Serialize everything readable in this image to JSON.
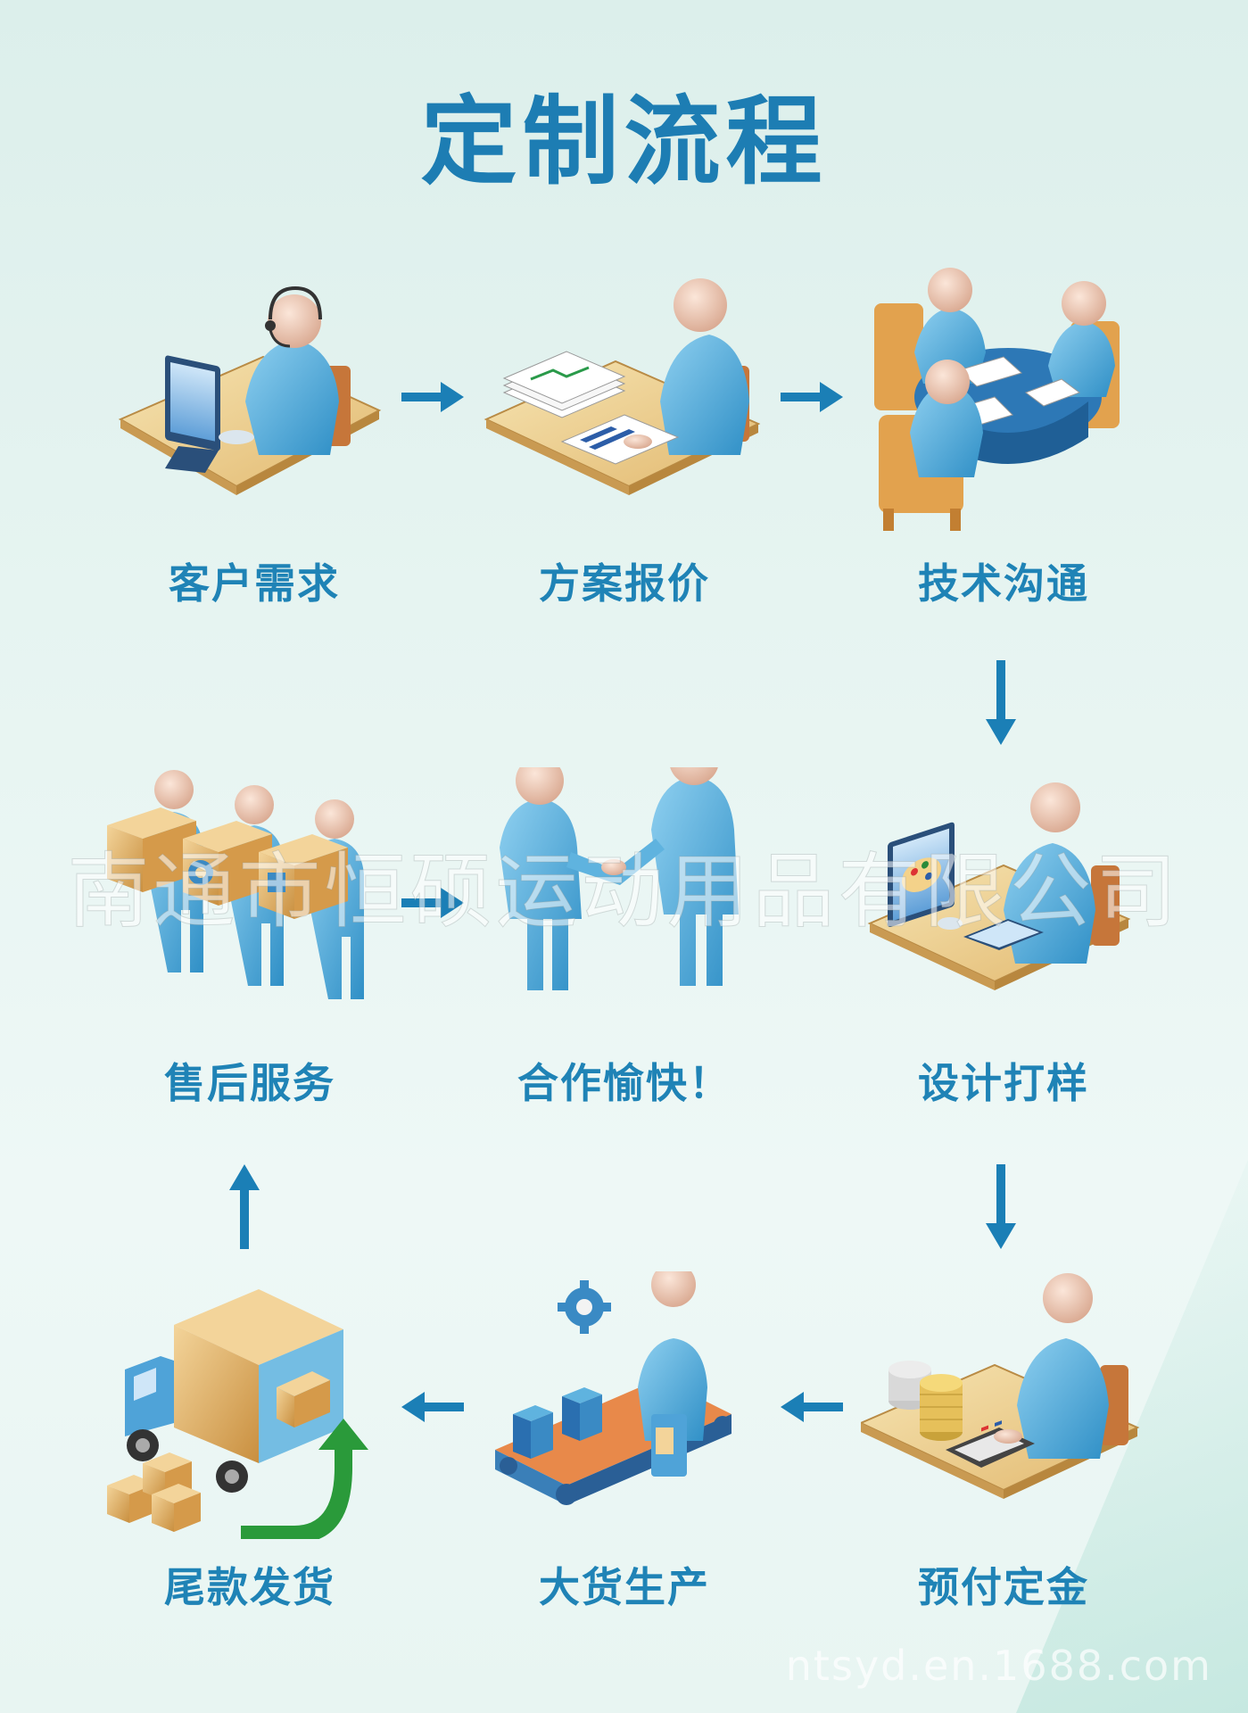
{
  "title": "定制流程",
  "watermark": "南通市恒硕运动用品有限公司",
  "watermark_url": "ntsyd.en.1688.com",
  "colors": {
    "accent": "#1f83b6",
    "arrow": "#1b7fb6",
    "skin": "#e8c7b3",
    "body": "#5fb3df",
    "desk": "#e9c98a"
  },
  "steps": [
    {
      "label": "客户需求",
      "icon": "person-computer-headset"
    },
    {
      "label": "方案报价",
      "icon": "person-documents-chart"
    },
    {
      "label": "技术沟通",
      "icon": "meeting-table"
    },
    {
      "label": "设计打样",
      "icon": "person-computer-design"
    },
    {
      "label": "预付定金",
      "icon": "person-coins-calculator"
    },
    {
      "label": "大货生产",
      "icon": "production-conveyor"
    },
    {
      "label": "尾款发货",
      "icon": "delivery-truck"
    },
    {
      "label": "售后服务",
      "icon": "people-carrying-boxes"
    },
    {
      "label": "合作愉快！",
      "icon": "handshake"
    }
  ]
}
